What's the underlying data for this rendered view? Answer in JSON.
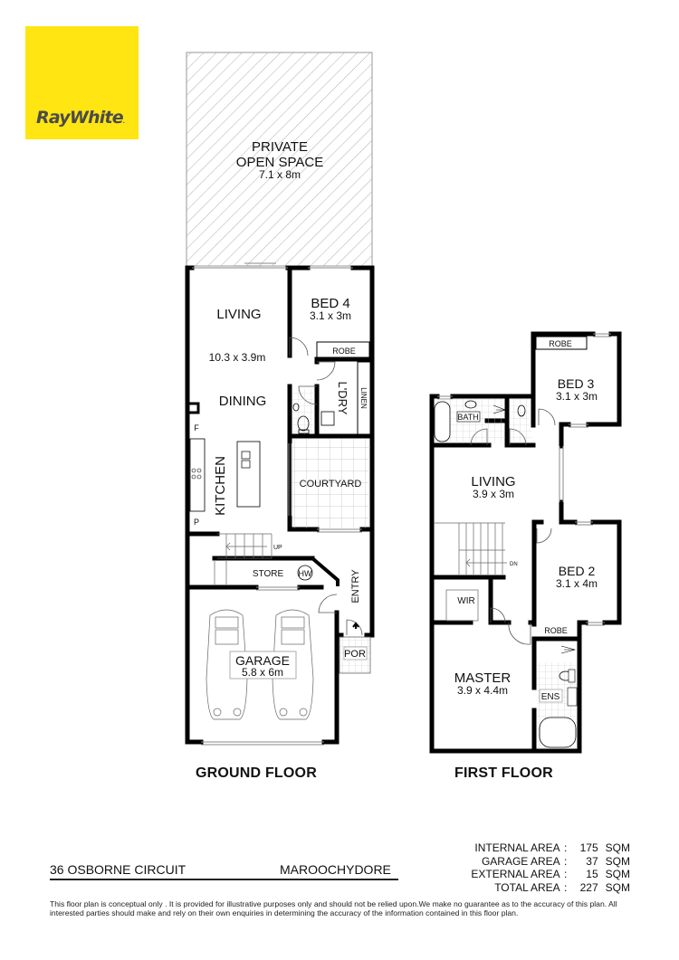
{
  "brand": {
    "name": "RayWhite",
    "logo_bg_color": "#FFE512",
    "logo_text_color": "#4A4A4A"
  },
  "outdoor": {
    "label_line1": "PRIVATE",
    "label_line2": "OPEN SPACE",
    "dimensions": "7.1 x 8m"
  },
  "ground_floor": {
    "title": "GROUND FLOOR",
    "rooms": {
      "living": {
        "label": "LIVING",
        "dimensions": "10.3 x 3.9m"
      },
      "dining": {
        "label": "DINING"
      },
      "bed4": {
        "label": "BED 4",
        "dimensions": "3.1 x 3m"
      },
      "robe": {
        "label": "ROBE"
      },
      "laundry": {
        "label": "L'DRY"
      },
      "linen": {
        "label": "LINEN"
      },
      "kitchen": {
        "label": "KITCHEN"
      },
      "fridge": {
        "label": "F"
      },
      "pantry": {
        "label": "P"
      },
      "courtyard": {
        "label": "COURTYARD"
      },
      "stairs": {
        "label": "UP"
      },
      "store": {
        "label": "STORE"
      },
      "hot_water": {
        "label": "HW"
      },
      "entry": {
        "label": "ENTRY"
      },
      "garage": {
        "label": "GARAGE",
        "dimensions": "5.8 x 6m"
      },
      "porch": {
        "label": "POR"
      }
    }
  },
  "first_floor": {
    "title": "FIRST FLOOR",
    "rooms": {
      "bed3": {
        "label": "BED 3",
        "dimensions": "3.1 x 3m"
      },
      "bed3_robe": {
        "label": "ROBE"
      },
      "bath": {
        "label": "BATH"
      },
      "living": {
        "label": "LIVING",
        "dimensions": "3.9 x 3m"
      },
      "stairs": {
        "label": "DN"
      },
      "bed2": {
        "label": "BED 2",
        "dimensions": "3.1 x 4m"
      },
      "bed2_robe": {
        "label": "ROBE"
      },
      "wir": {
        "label": "WIR"
      },
      "master": {
        "label": "MASTER",
        "dimensions": "3.9 x 4.4m"
      },
      "ensuite": {
        "label": "ENS"
      }
    }
  },
  "property": {
    "address": "36 OSBORNE CIRCUIT",
    "suburb": "MAROOCHYDORE"
  },
  "areas": [
    {
      "label": "INTERNAL AREA",
      "value": "175",
      "unit": "SQM"
    },
    {
      "label": "GARAGE AREA",
      "value": "37",
      "unit": "SQM"
    },
    {
      "label": "EXTERNAL AREA",
      "value": "15",
      "unit": "SQM"
    },
    {
      "label": "TOTAL AREA",
      "value": "227",
      "unit": "SQM"
    }
  ],
  "disclaimer": "This floor plan  is conceptual only . It is provided for illustrative purposes only and should not be relied upon.We make no guarantee as to the accuracy of this plan. All interested parties should make and rely on their own enquiries in determining the accuracy of the information contained in this floor plan."
}
